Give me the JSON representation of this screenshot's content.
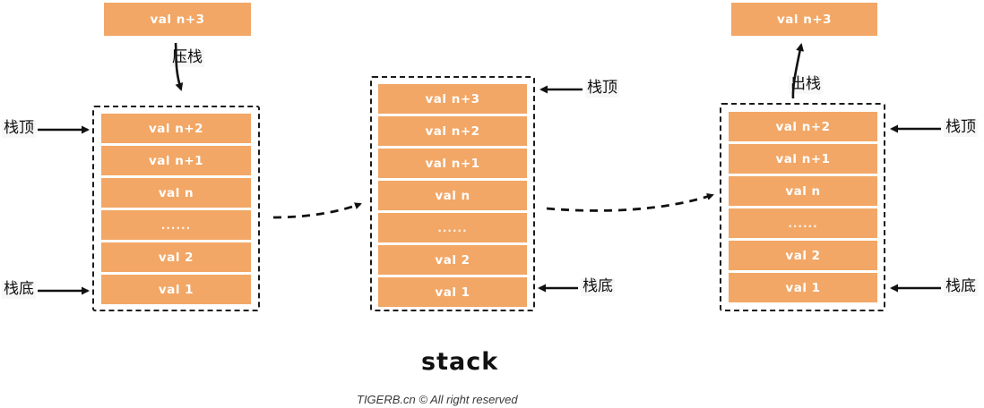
{
  "diagram": {
    "title": "stack",
    "credit": "TIGERB.cn © All right reserved",
    "accent_color": "#f2a766",
    "cell_text_color": "#ffffff",
    "frame_color": "#1b1b1b"
  },
  "labels": {
    "push": "压栈",
    "pop": "出栈",
    "top": "栈顶",
    "bottom": "栈底"
  },
  "push_box": {
    "label": "val n+3"
  },
  "pop_box": {
    "label": "val n+3"
  },
  "stacks": [
    {
      "name": "before-push",
      "cells": [
        {
          "label": "val n+2",
          "kind": "value"
        },
        {
          "label": "val n+1",
          "kind": "value"
        },
        {
          "label": "val n",
          "kind": "value"
        },
        {
          "label": "......",
          "kind": "ellipsis"
        },
        {
          "label": "val 2",
          "kind": "value"
        },
        {
          "label": "val 1",
          "kind": "value"
        }
      ],
      "top_label": "栈顶",
      "bottom_label": "栈底"
    },
    {
      "name": "after-push",
      "cells": [
        {
          "label": "val n+3",
          "kind": "value"
        },
        {
          "label": "val n+2",
          "kind": "value"
        },
        {
          "label": "val n+1",
          "kind": "value"
        },
        {
          "label": "val n",
          "kind": "value"
        },
        {
          "label": "......",
          "kind": "ellipsis"
        },
        {
          "label": "val 2",
          "kind": "value"
        },
        {
          "label": "val 1",
          "kind": "value"
        }
      ],
      "top_label": "栈顶",
      "bottom_label": "栈底"
    },
    {
      "name": "after-pop",
      "cells": [
        {
          "label": "val n+2",
          "kind": "value"
        },
        {
          "label": "val n+1",
          "kind": "value"
        },
        {
          "label": "val n",
          "kind": "value"
        },
        {
          "label": "......",
          "kind": "ellipsis"
        },
        {
          "label": "val 2",
          "kind": "value"
        },
        {
          "label": "val 1",
          "kind": "value"
        }
      ],
      "top_label": "栈顶",
      "bottom_label": "栈底"
    }
  ]
}
